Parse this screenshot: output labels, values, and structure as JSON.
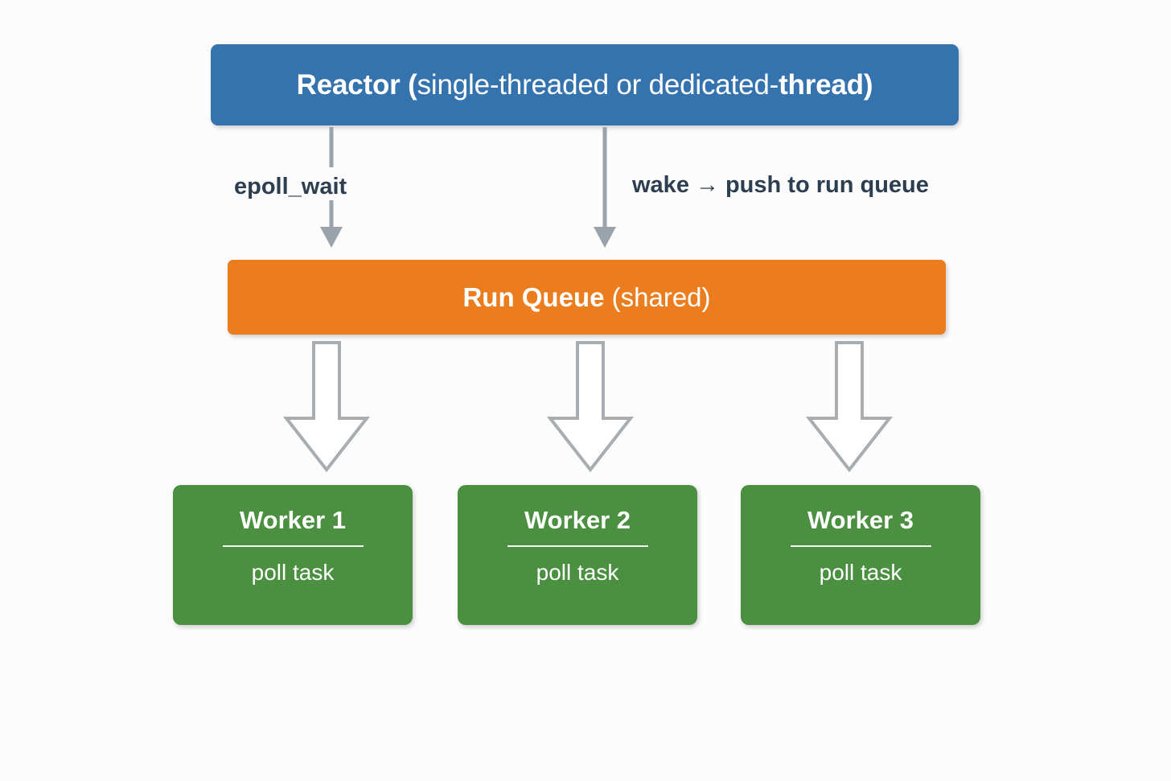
{
  "diagram": {
    "title": "Reactor / Run Queue / Worker pool diagram",
    "background_color": "#fcfcfc"
  },
  "colors": {
    "reactor_blue": "#3573af",
    "runqueue_orange": "#eb7d1e",
    "worker_green": "#4b9040",
    "label_text": "#2c3e50",
    "arrow_gray": "#9aa3ab",
    "block_arrow_outline": "#a8adb2"
  },
  "reactor": {
    "name": "reactor-node",
    "bold_prefix": "Reactor (",
    "light_middle": "single-threaded or dedicated-",
    "bold_suffix": "thread)"
  },
  "edges": {
    "left": {
      "label": "epoll_wait",
      "from": "reactor",
      "to": "run-queue"
    },
    "right": {
      "label_start": "wake",
      "arrow_glyph": "→",
      "label_end": "push to run queue",
      "from": "reactor",
      "to": "run-queue"
    }
  },
  "run_queue": {
    "name": "run-queue-node",
    "bold_text": "Run Queue",
    "light_text": "(shared)"
  },
  "workers": [
    {
      "title": "Worker 1",
      "subtitle": "poll task"
    },
    {
      "title": "Worker 2",
      "subtitle": "poll task"
    },
    {
      "title": "Worker 3",
      "subtitle": "poll task"
    }
  ]
}
